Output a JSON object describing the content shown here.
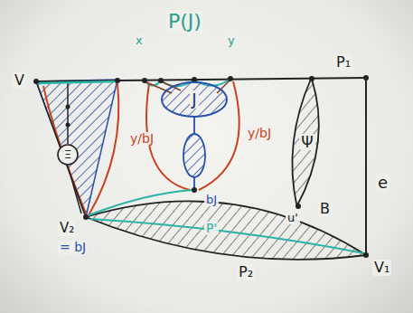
{
  "diagram": {
    "nodes": [
      {
        "text": [
          "Ξ"
        ]
      },
      {
        "text": [
          "J"
        ]
      },
      {
        "text": [
          "Ψ"
        ]
      }
    ],
    "labels": [
      "V",
      "x",
      "P(J)",
      "y",
      "P₁",
      "y/bJ",
      "y/bJ",
      "bJ",
      "u'",
      "B",
      "e",
      "P'",
      "V₂",
      "= bJ",
      "P₂",
      "V₁"
    ]
  }
}
